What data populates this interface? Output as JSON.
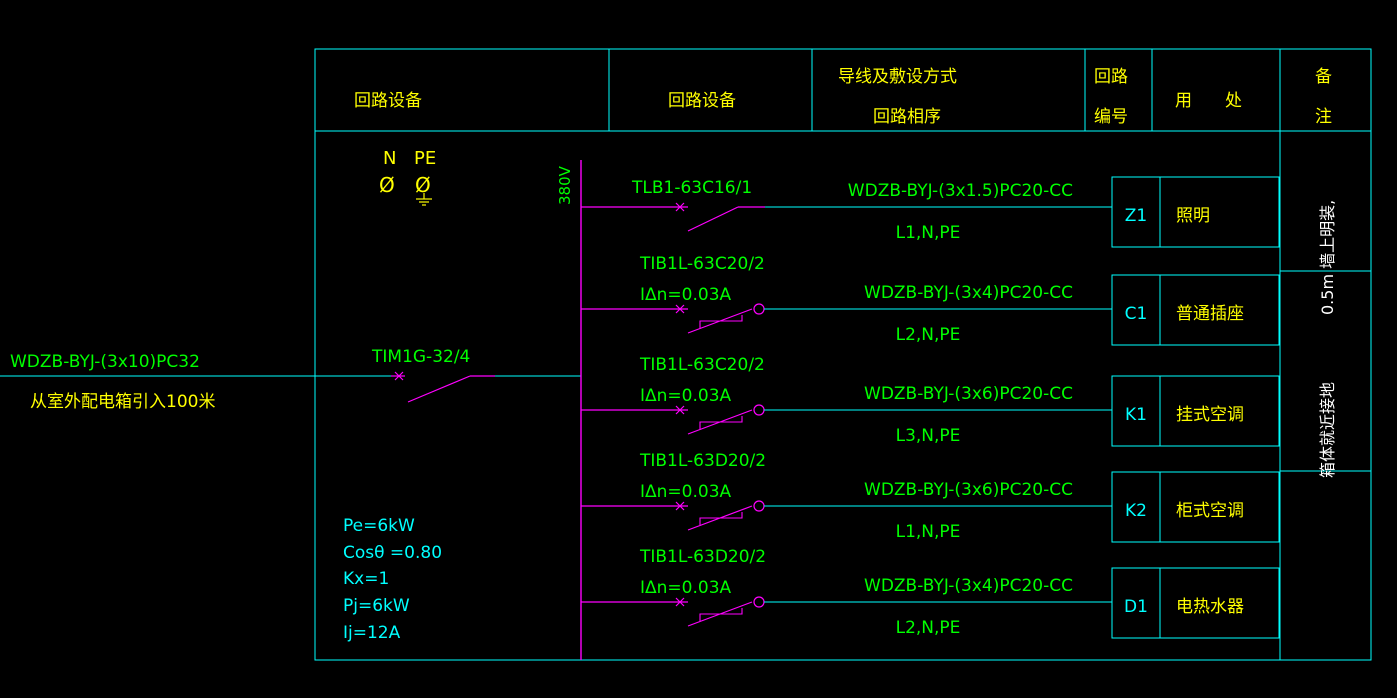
{
  "colors": {
    "background": "#000000",
    "frame": "#00ffff",
    "busbar": "#ff00ff",
    "cable_text": "#00ff00",
    "header_text": "#ffff00",
    "feeder_text": "#ffff00",
    "load_text": "#00ffff"
  },
  "header": {
    "col1": "回路设备",
    "col2": "回路设备",
    "col3_line1": "导线及敷设方式",
    "col3_line2": "回路相序",
    "col4_line1": "回路",
    "col4_line2": "编号",
    "col5_a": "用",
    "col5_b": "处",
    "col6_line1": "备",
    "col6_line2": "注"
  },
  "neutral_pe": {
    "n": "N",
    "pe": "PE",
    "n_icon": "Ø",
    "pe_icon": "Ø"
  },
  "bus_voltage": "380V",
  "feeder": {
    "cable": "WDZB-BYJ-(3x10)PC32",
    "source": "从室外配电箱引入100米",
    "main_breaker": "TIM1G-32/4"
  },
  "load_calc": {
    "pe": "Pe=6kW",
    "cos": "Cosθ =0.80",
    "kx": "Kx=1",
    "pj": "Pj=6kW",
    "ij": "Ij=12A"
  },
  "circuits": [
    {
      "breaker": "TLB1-63C16/1",
      "rcd": "",
      "cable": "WDZB-BYJ-(3x1.5)PC20-CC",
      "phase": "L1,N,PE",
      "code": "Z1",
      "use": "照明"
    },
    {
      "breaker": "TIB1L-63C20/2",
      "rcd": "IΔn=0.03A",
      "cable": "WDZB-BYJ-(3x4)PC20-CC",
      "phase": "L2,N,PE",
      "code": "C1",
      "use": "普通插座"
    },
    {
      "breaker": "TIB1L-63C20/2",
      "rcd": "IΔn=0.03A",
      "cable": "WDZB-BYJ-(3x6)PC20-CC",
      "phase": "L3,N,PE",
      "code": "K1",
      "use": "挂式空调"
    },
    {
      "breaker": "TIB1L-63D20/2",
      "rcd": "IΔn=0.03A",
      "cable": "WDZB-BYJ-(3x6)PC20-CC",
      "phase": "L1,N,PE",
      "code": "K2",
      "use": "柜式空调"
    },
    {
      "breaker": "TIB1L-63D20/2",
      "rcd": "IΔn=0.03A",
      "cable": "WDZB-BYJ-(3x4)PC20-CC",
      "phase": "L2,N,PE",
      "code": "D1",
      "use": "电热水器"
    }
  ],
  "remarks": {
    "upper": "0.5m 墙上明装,",
    "lower": "箱体就近接地"
  }
}
